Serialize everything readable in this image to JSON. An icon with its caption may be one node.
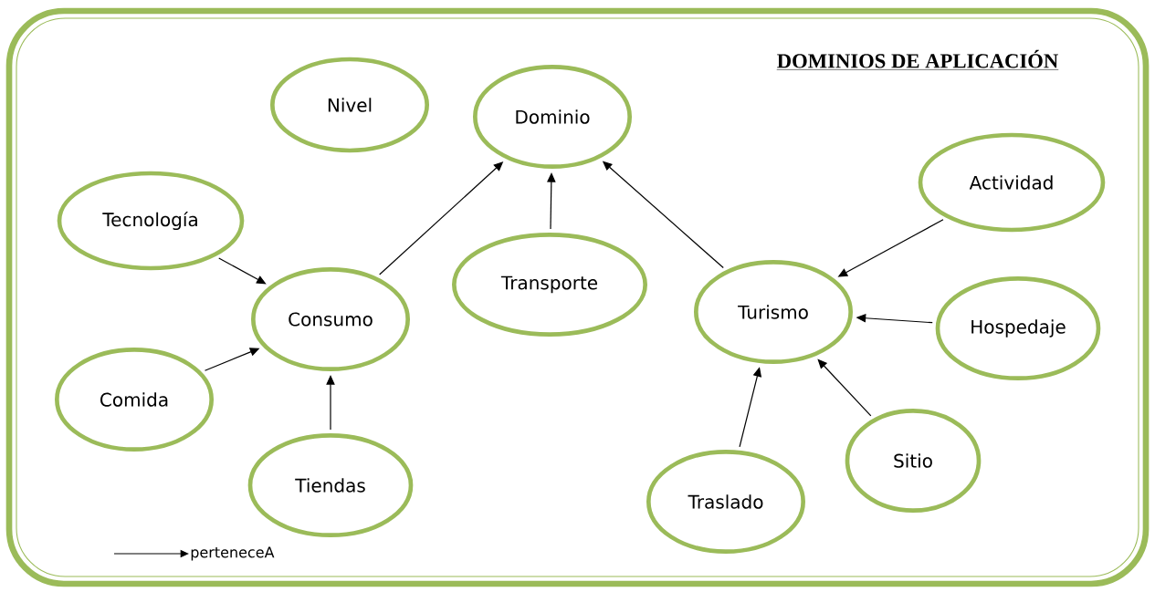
{
  "diagram": {
    "title": "DOMINIOS DE APLICACIÓN",
    "nodes": [
      {
        "text": [
          "Nivel"
        ]
      },
      {
        "text": [
          "Dominio"
        ]
      },
      {
        "text": [
          "Tecnología"
        ]
      },
      {
        "text": [
          "Consumo"
        ]
      },
      {
        "text": [
          "Transporte"
        ]
      },
      {
        "text": [
          "Turismo"
        ]
      },
      {
        "text": [
          "Actividad"
        ]
      },
      {
        "text": [
          "Hospedaje"
        ]
      },
      {
        "text": [
          "Comida"
        ]
      },
      {
        "text": [
          "Tiendas"
        ]
      },
      {
        "text": [
          "Sitio"
        ]
      },
      {
        "text": [
          "Traslado"
        ]
      }
    ],
    "edges": [
      {
        "from": 3,
        "to": 1,
        "arrow": "to"
      },
      {
        "from": 4,
        "to": 1,
        "arrow": "to"
      },
      {
        "from": 5,
        "to": 1,
        "arrow": "to"
      },
      {
        "from": 2,
        "to": 3,
        "arrow": "to"
      },
      {
        "from": 8,
        "to": 3,
        "arrow": "to"
      },
      {
        "from": 9,
        "to": 3,
        "arrow": "to"
      },
      {
        "from": 6,
        "to": 5,
        "arrow": "to"
      },
      {
        "from": 7,
        "to": 5,
        "arrow": "to"
      },
      {
        "from": 11,
        "to": 5,
        "arrow": "to"
      },
      {
        "from": 10,
        "to": 5,
        "arrow": "to"
      }
    ],
    "legend": [
      {
        "text": "perteneceA"
      }
    ]
  }
}
